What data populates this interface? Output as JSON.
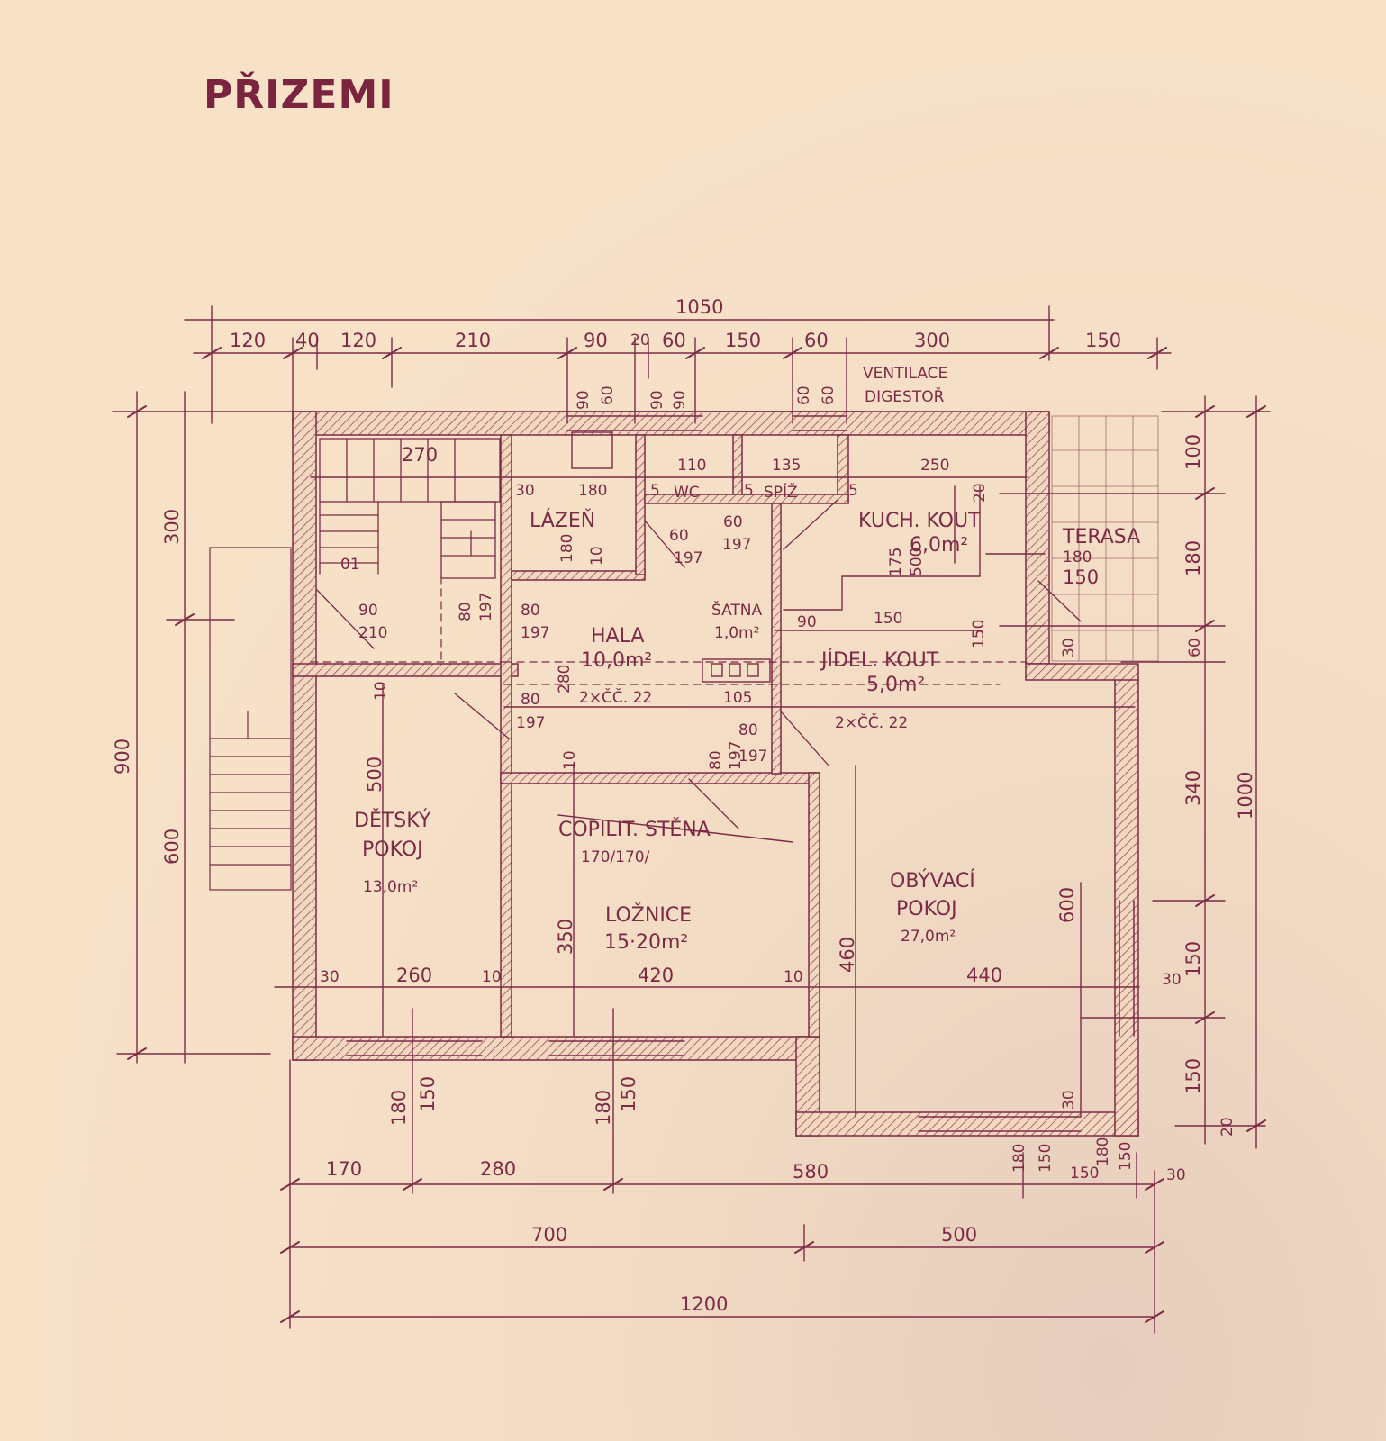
{
  "title": "PŘIZEMI",
  "top_dims": {
    "overall": "1050",
    "segments": [
      "120",
      "40",
      "120",
      "210",
      "90",
      "20",
      "60",
      "150",
      "60",
      "300",
      "150"
    ],
    "window_pairs": [
      "90",
      "60",
      "90",
      "90",
      "60",
      "60"
    ]
  },
  "notes": {
    "ventilace": "VENTILACE",
    "digestor": "DIGESTOŘ",
    "copilit": "COPILIT. STĚNA",
    "copilit_size": "170/170/",
    "cc1": "2×ČČ. 22",
    "cc2": "2×ČČ. 22"
  },
  "rooms": {
    "lazen": "LÁZEŇ",
    "wc": "WC",
    "spiz": "SPÍŽ",
    "kuch": "KUCH. KOUT",
    "kuch_area": "6,0m²",
    "terasa": "TERASA",
    "satna": "ŠATNA",
    "satna_area": "1,0m²",
    "hala": "HALA",
    "hala_area": "10,0m²",
    "jidel": "JÍDEL. KOUT",
    "jidel_area": "5,0m²",
    "detsky1": "DĚTSKÝ",
    "detsky2": "POKOJ",
    "detsky_area": "13,0m²",
    "loznice": "LOŽNICE",
    "loznice_area": "15·20m²",
    "obyvaci1": "OBÝVACÍ",
    "obyvaci2": "POKOJ",
    "obyvaci_area": "27,0m²"
  },
  "inner_dims": {
    "d270": "270",
    "d30a": "30",
    "d180a": "180",
    "d110": "110",
    "d135": "135",
    "d250": "250",
    "d5a": "5",
    "d5b": "5",
    "d5c": "5",
    "d20": "20",
    "d60a": "60",
    "d197a": "197",
    "d60b": "60",
    "d197b": "197",
    "d180b": "180",
    "d10a": "10",
    "d175": "175",
    "d500a": "500",
    "d180c": "180",
    "d150a": "150",
    "d90a": "90",
    "d210a": "210",
    "d80a": "80",
    "d197c": "197",
    "d80b": "80",
    "d197d": "197",
    "d90b": "90",
    "d150b": "150",
    "d150c": "150",
    "d30b": "30",
    "d280a": "280",
    "d80c": "80",
    "d197e": "197",
    "d105": "105",
    "d10b": "10",
    "d80d": "80",
    "d197f": "197",
    "d80e": "80",
    "d197g": "197",
    "d10c": "10",
    "d500b": "500",
    "d350": "350",
    "d460": "460",
    "d600a": "600",
    "d30c": "30",
    "d260": "260",
    "d10d": "10",
    "d420": "420",
    "d10e": "10",
    "d440": "440",
    "d30d": "30",
    "d30e": "30",
    "d01": "01"
  },
  "left_dims": {
    "overall": "900",
    "upper": "300",
    "lower": "600"
  },
  "right_dims": {
    "overall": "1000",
    "segments": [
      "100",
      "180",
      "60",
      "340",
      "150",
      "150",
      "20"
    ]
  },
  "bottom_dims": {
    "windows": [
      "180",
      "150",
      "180",
      "150",
      "180",
      "150",
      "150",
      "180",
      "150"
    ],
    "row1": [
      "170",
      "280",
      "580",
      "30"
    ],
    "row2": [
      "700",
      "500"
    ],
    "overall": "1200"
  }
}
